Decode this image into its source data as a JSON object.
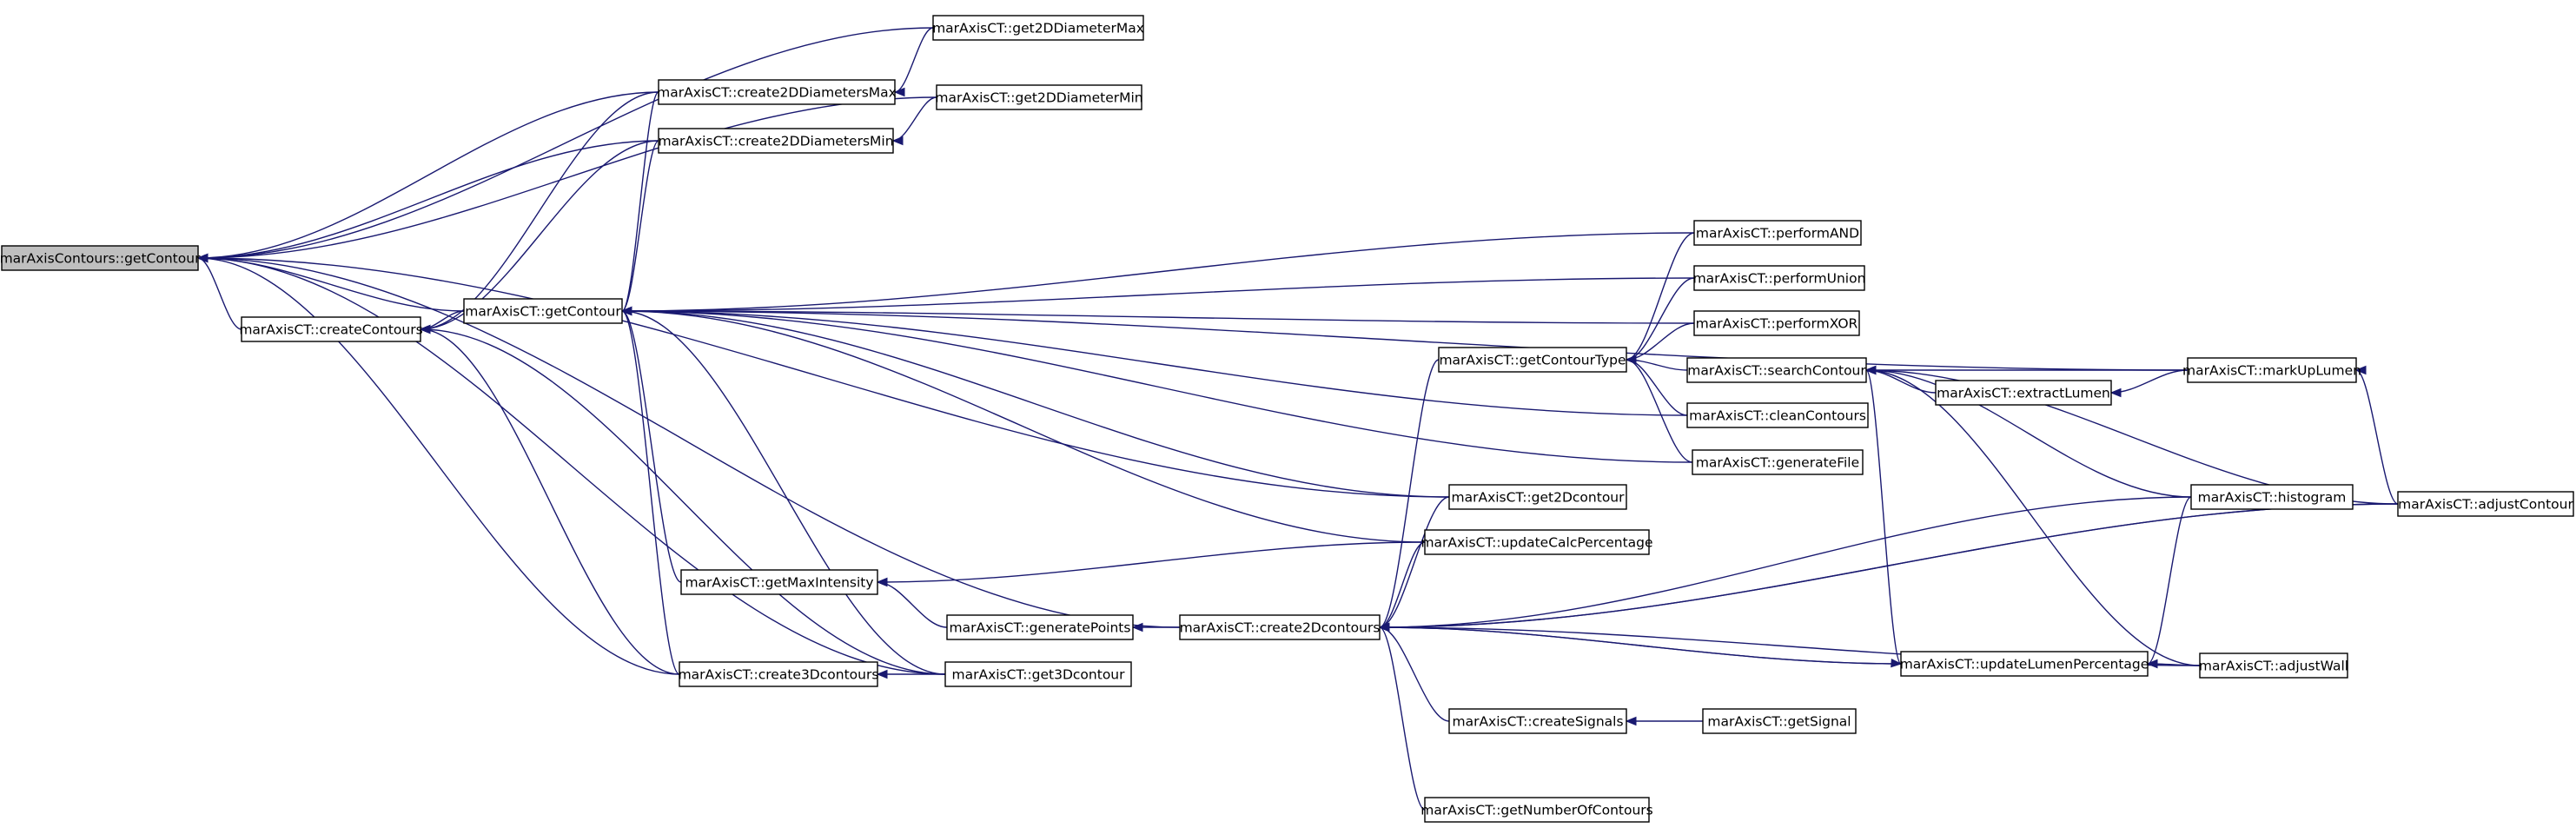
{
  "diagram": {
    "root": "marAxisContours::getContour",
    "nodes": [
      {
        "id": "root",
        "label": "marAxisContours::getContour"
      },
      {
        "id": "createContours",
        "label": "marAxisCT::createContours"
      },
      {
        "id": "create2DDiametersMax",
        "label": "marAxisCT::create2DDiametersMax"
      },
      {
        "id": "create2DDiametersMin",
        "label": "marAxisCT::create2DDiametersMin"
      },
      {
        "id": "get2DDiameterMax",
        "label": "marAxisCT::get2DDiameterMax"
      },
      {
        "id": "get2DDiameterMin",
        "label": "marAxisCT::get2DDiameterMin"
      },
      {
        "id": "getContour",
        "label": "marAxisCT::getContour"
      },
      {
        "id": "getMaxIntensity",
        "label": "marAxisCT::getMaxIntensity"
      },
      {
        "id": "create3Dcontours",
        "label": "marAxisCT::create3Dcontours"
      },
      {
        "id": "get3Dcontour",
        "label": "marAxisCT::get3Dcontour"
      },
      {
        "id": "generatePoints",
        "label": "marAxisCT::generatePoints"
      },
      {
        "id": "create2Dcontours",
        "label": "marAxisCT::create2Dcontours"
      },
      {
        "id": "getContourType",
        "label": "marAxisCT::getContourType"
      },
      {
        "id": "get2Dcontour",
        "label": "marAxisCT::get2Dcontour"
      },
      {
        "id": "updateCalcPercentage",
        "label": "marAxisCT::updateCalcPercentage"
      },
      {
        "id": "createSignals",
        "label": "marAxisCT::createSignals"
      },
      {
        "id": "getNumberOfContours",
        "label": "marAxisCT::getNumberOfContours"
      },
      {
        "id": "performAND",
        "label": "marAxisCT::performAND"
      },
      {
        "id": "performUnion",
        "label": "marAxisCT::performUnion"
      },
      {
        "id": "performXOR",
        "label": "marAxisCT::performXOR"
      },
      {
        "id": "searchContour",
        "label": "marAxisCT::searchContour"
      },
      {
        "id": "cleanContours",
        "label": "marAxisCT::cleanContours"
      },
      {
        "id": "generateFile",
        "label": "marAxisCT::generateFile"
      },
      {
        "id": "getSignal",
        "label": "marAxisCT::getSignal"
      },
      {
        "id": "extractLumen",
        "label": "marAxisCT::extractLumen"
      },
      {
        "id": "updateLumenPercentage",
        "label": "marAxisCT::updateLumenPercentage"
      },
      {
        "id": "markUpLumen",
        "label": "marAxisCT::markUpLumen"
      },
      {
        "id": "histogram",
        "label": "marAxisCT::histogram"
      },
      {
        "id": "adjustWall",
        "label": "marAxisCT::adjustWall"
      },
      {
        "id": "adjustContour",
        "label": "marAxisCT::adjustContour"
      }
    ],
    "edges": [
      {
        "from": "get2DDiameterMax",
        "to": "root"
      },
      {
        "from": "create2DDiametersMax",
        "to": "root"
      },
      {
        "from": "get2DDiameterMin",
        "to": "root"
      },
      {
        "from": "create2DDiametersMin",
        "to": "root"
      },
      {
        "from": "createContours",
        "to": "root"
      },
      {
        "from": "getContour",
        "to": "root"
      },
      {
        "from": "get2Dcontour",
        "to": "root"
      },
      {
        "from": "create3Dcontours",
        "to": "root"
      },
      {
        "from": "get3Dcontour",
        "to": "root"
      },
      {
        "from": "create2Dcontours",
        "to": "root"
      },
      {
        "from": "get2DDiameterMax",
        "to": "create2DDiametersMax"
      },
      {
        "from": "get2DDiameterMin",
        "to": "create2DDiametersMin"
      },
      {
        "from": "create2DDiametersMax",
        "to": "createContours"
      },
      {
        "from": "create2DDiametersMin",
        "to": "createContours"
      },
      {
        "from": "create3Dcontours",
        "to": "createContours"
      },
      {
        "from": "get3Dcontour",
        "to": "createContours"
      },
      {
        "from": "getContour",
        "to": "createContours"
      },
      {
        "from": "create2DDiametersMax",
        "to": "getContour"
      },
      {
        "from": "create2DDiametersMin",
        "to": "getContour"
      },
      {
        "from": "markUpLumen",
        "to": "getContour"
      },
      {
        "from": "performAND",
        "to": "getContour"
      },
      {
        "from": "performUnion",
        "to": "getContour"
      },
      {
        "from": "performXOR",
        "to": "getContour"
      },
      {
        "from": "cleanContours",
        "to": "getContour"
      },
      {
        "from": "generateFile",
        "to": "getContour"
      },
      {
        "from": "get2Dcontour",
        "to": "getContour"
      },
      {
        "from": "updateCalcPercentage",
        "to": "getContour"
      },
      {
        "from": "getMaxIntensity",
        "to": "getContour"
      },
      {
        "from": "create3Dcontours",
        "to": "getContour"
      },
      {
        "from": "get3Dcontour",
        "to": "getContour"
      },
      {
        "from": "updateCalcPercentage",
        "to": "getMaxIntensity"
      },
      {
        "from": "generatePoints",
        "to": "getMaxIntensity"
      },
      {
        "from": "get3Dcontour",
        "to": "create3Dcontours"
      },
      {
        "from": "create2Dcontours",
        "to": "generatePoints"
      },
      {
        "from": "getContourType",
        "to": "create2Dcontours"
      },
      {
        "from": "get2Dcontour",
        "to": "create2Dcontours"
      },
      {
        "from": "updateCalcPercentage",
        "to": "create2Dcontours"
      },
      {
        "from": "adjustContour",
        "to": "create2Dcontours"
      },
      {
        "from": "histogram",
        "to": "create2Dcontours"
      },
      {
        "from": "updateLumenPercentage",
        "to": "create2Dcontours"
      },
      {
        "from": "createSignals",
        "to": "create2Dcontours"
      },
      {
        "from": "getNumberOfContours",
        "to": "create2Dcontours"
      },
      {
        "from": "adjustWall",
        "to": "create2Dcontours"
      },
      {
        "from": "create2Dcontours",
        "to": "updateLumenPercentage"
      },
      {
        "from": "performAND",
        "to": "getContourType"
      },
      {
        "from": "performUnion",
        "to": "getContourType"
      },
      {
        "from": "performXOR",
        "to": "getContourType"
      },
      {
        "from": "searchContour",
        "to": "getContourType"
      },
      {
        "from": "cleanContours",
        "to": "getContourType"
      },
      {
        "from": "generateFile",
        "to": "getContourType"
      },
      {
        "from": "extractLumen",
        "to": "searchContour"
      },
      {
        "from": "markUpLumen",
        "to": "searchContour"
      },
      {
        "from": "adjustContour",
        "to": "searchContour"
      },
      {
        "from": "histogram",
        "to": "searchContour"
      },
      {
        "from": "updateLumenPercentage",
        "to": "searchContour"
      },
      {
        "from": "adjustWall",
        "to": "searchContour"
      },
      {
        "from": "markUpLumen",
        "to": "extractLumen"
      },
      {
        "from": "adjustContour",
        "to": "markUpLumen"
      },
      {
        "from": "adjustContour",
        "to": "create2Dcontours"
      },
      {
        "from": "getSignal",
        "to": "createSignals"
      },
      {
        "from": "histogram",
        "to": "updateLumenPercentage"
      },
      {
        "from": "adjustWall",
        "to": "updateLumenPercentage"
      }
    ]
  },
  "colors": {
    "edge": "#191970",
    "root_fill": "#bfbfbf",
    "node_fill": "#ffffff",
    "node_stroke": "#000000"
  }
}
